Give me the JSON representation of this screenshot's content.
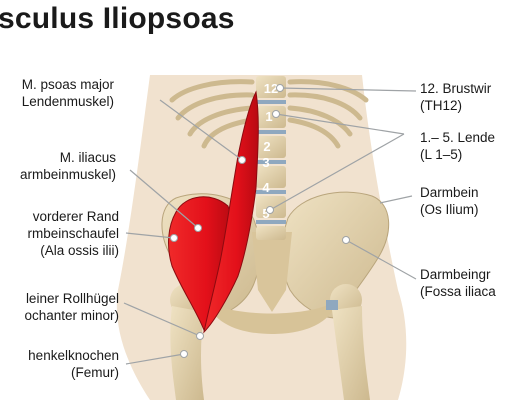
{
  "title": "sculus Iliopsoas",
  "labels": {
    "psoas": {
      "line1": "M. psoas major",
      "line2": "Lendenmuskel)"
    },
    "iliacus": {
      "line1": "M. iliacus",
      "line2": "armbeinmuskel)"
    },
    "ala": {
      "line1": "vorderer Rand",
      "line2": "rmbeinschaufel",
      "line3": "(Ala ossis ilii)"
    },
    "trochanter": {
      "line1": "leiner Rollhügel",
      "line2": "ochanter minor)"
    },
    "femur": {
      "line1": "henkelknochen",
      "line2": "(Femur)"
    },
    "th12": {
      "line1": "12. Brustwir",
      "line2": "(TH12)"
    },
    "lumbar": {
      "line1": "1.– 5. Lende",
      "line2": "(L 1–5)"
    },
    "ilium": {
      "line1": "Darmbein",
      "line2": "(Os Ilium)"
    },
    "fossa": {
      "line1": "Darmbeingr",
      "line2": "(Fossa iliaca"
    }
  },
  "vertebrae": [
    "12",
    "1",
    "2",
    "3",
    "4",
    "5"
  ],
  "colors": {
    "skin": "#f1e2cf",
    "bone": "#e3d2ae",
    "muscle": "#e8141c",
    "disc": "#8fa8bf",
    "leader": "#9fa3a6"
  }
}
